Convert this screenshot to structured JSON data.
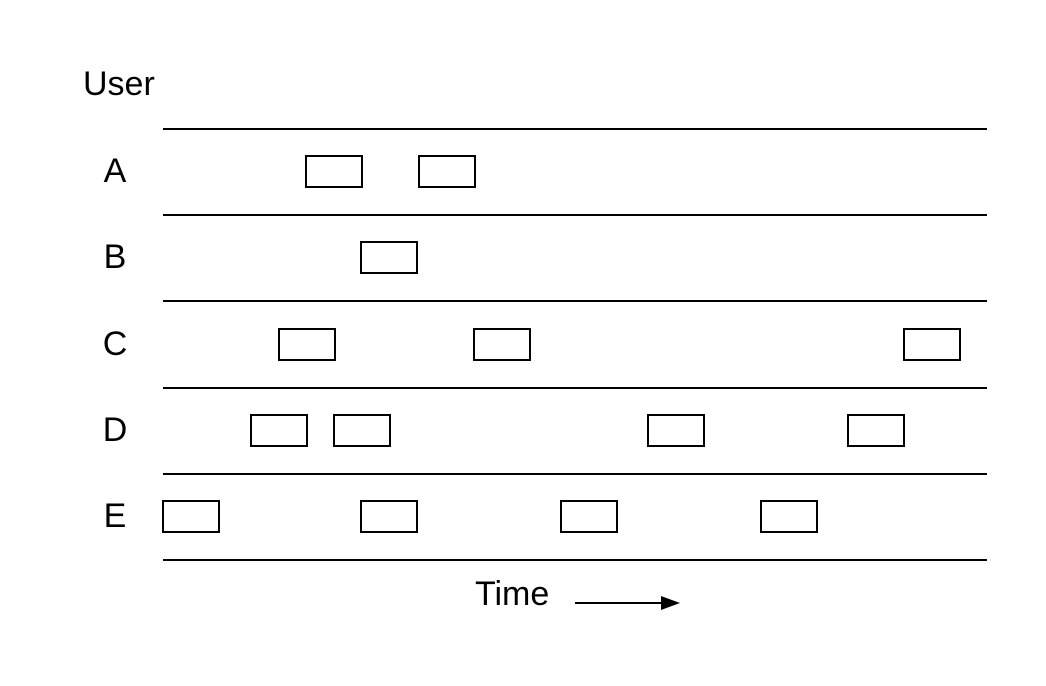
{
  "diagram": {
    "user_label": "User",
    "time_label": "Time",
    "rows": [
      {
        "label": "A",
        "bursts": [
          305,
          418
        ]
      },
      {
        "label": "B",
        "bursts": [
          360
        ]
      },
      {
        "label": "C",
        "bursts": [
          278,
          473,
          903
        ]
      },
      {
        "label": "D",
        "bursts": [
          250,
          333,
          647,
          847
        ]
      },
      {
        "label": "E",
        "bursts": [
          162,
          360,
          560,
          760
        ]
      }
    ],
    "colors": {
      "ink": "#000000",
      "background": "#ffffff"
    }
  }
}
